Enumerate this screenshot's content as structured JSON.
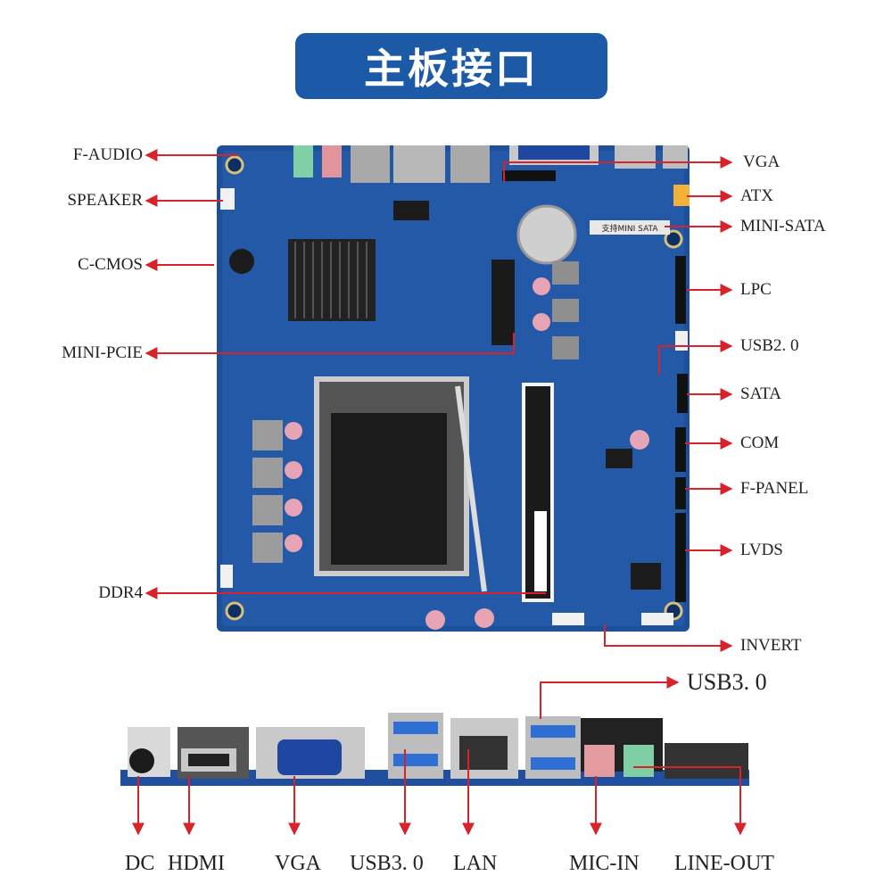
{
  "title": "主板接口",
  "left_labels": {
    "f_audio": "F-AUDIO",
    "speaker": "SPEAKER",
    "c_cmos": "C-CMOS",
    "mini_pcie": "MINI-PCIE",
    "ddr4": "DDR4"
  },
  "right_labels": {
    "vga": "VGA",
    "atx": "ATX",
    "mini_sata": "MINI-SATA",
    "lpc": "LPC",
    "usb20": "USB2. 0",
    "sata": "SATA",
    "com": "COM",
    "f_panel": "F-PANEL",
    "lvds": "LVDS",
    "invert": "INVERT"
  },
  "io_top_label": "USB3. 0",
  "io_labels": {
    "dc": "DC",
    "hdmi": "HDMI",
    "vga": "VGA",
    "usb30": "USB3. 0",
    "lan": "LAN",
    "mic_in": "MIC-IN",
    "line_out": "LINE-OUT"
  },
  "board_silk": {
    "mini_sata_tag": "支持MINI SATA"
  },
  "colors": {
    "title_bg": "#1c5aa8",
    "arrow": "#d8232a",
    "board": "#1e4f9a"
  }
}
